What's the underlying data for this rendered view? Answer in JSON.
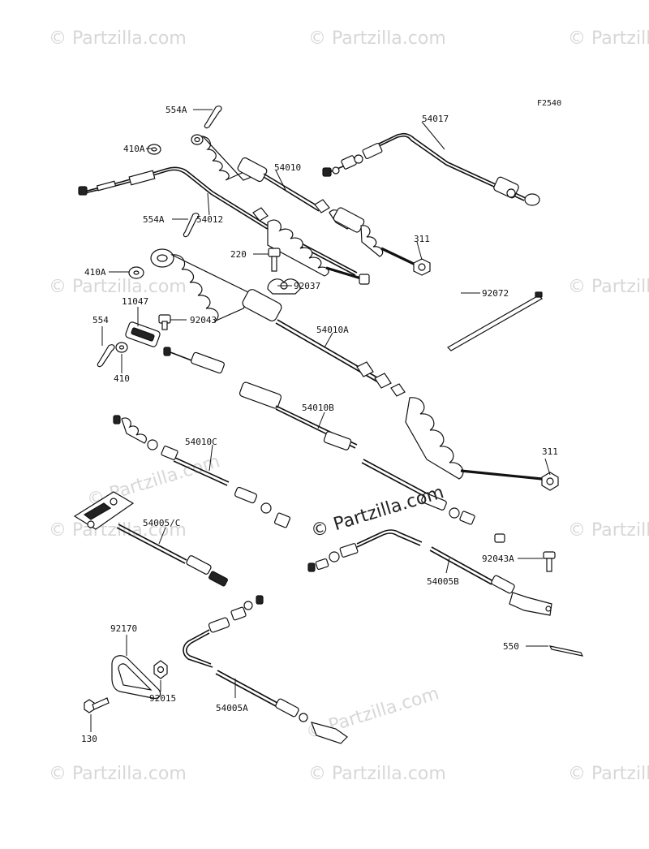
{
  "figure_code": "F2540",
  "watermark_text": "© Partzilla.com",
  "center_watermark": "© Partzilla.com",
  "part_labels": {
    "p554A_top": "554A",
    "p410A_top": "410A",
    "p54010": "54010",
    "p54017": "54017",
    "p554A_mid": "554A",
    "p54012": "54012",
    "p311_top": "311",
    "p220": "220",
    "p410A_mid": "410A",
    "p92037": "92037",
    "p92072": "92072",
    "p11047": "11047",
    "p92043": "92043",
    "p554": "554",
    "p54010A": "54010A",
    "p410": "410",
    "p54010B": "54010B",
    "p54010C": "54010C",
    "p311_bot": "311",
    "p54005C": "54005/C",
    "p92043A": "92043A",
    "p54005B": "54005B",
    "p550": "550",
    "p92170": "92170",
    "p92015": "92015",
    "p54005A": "54005A",
    "p130": "130"
  }
}
